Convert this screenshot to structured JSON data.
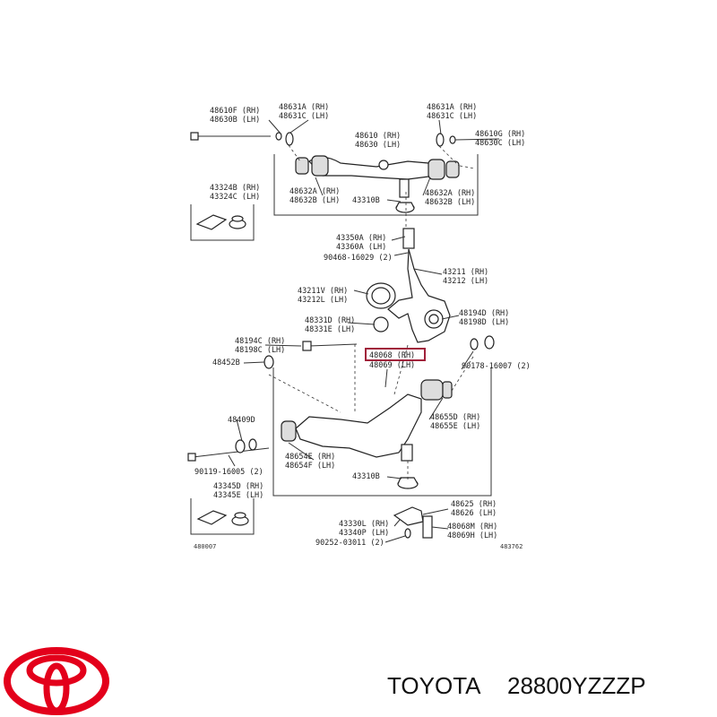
{
  "labels": {
    "l1a": "48610F (RH)",
    "l1b": "48630B (LH)",
    "l2a": "48631A (RH)",
    "l2b": "48631C (LH)",
    "l3a": "48631A (RH)",
    "l3b": "48631C (LH)",
    "l4a": "48610G (RH)",
    "l4b": "48630C (LH)",
    "l5a": "48610 (RH)",
    "l5b": "48630 (LH)",
    "l6a": "43324B (RH)",
    "l6b": "43324C (LH)",
    "l7a": "48632A (RH)",
    "l7b": "48632B (LH)",
    "l8": "43310B",
    "l9a": "48632A (RH)",
    "l9b": "48632B (LH)",
    "l10a": "43350A (RH)",
    "l10b": "43360A (LH)",
    "l11": "90468-16029 (2)",
    "l12a": "43211 (RH)",
    "l12b": "43212 (LH)",
    "l13a": "43211V (RH)",
    "l13b": "43212L (LH)",
    "l14a": "48194D (RH)",
    "l14b": "48198D (LH)",
    "l15a": "48331D (RH)",
    "l15b": "48331E (LH)",
    "l16a": "48194C (RH)",
    "l16b": "48198C (LH)",
    "l17": "48452B",
    "l18a": "48068 (RH)",
    "l18b": "48069 (LH)",
    "l19": "90178-16007 (2)",
    "l20": "48409D",
    "l21a": "48655D (RH)",
    "l21b": "48655E (LH)",
    "l22": "90119-16005 (2)",
    "l23a": "48654E (RH)",
    "l23b": "48654F (LH)",
    "l24": "43310B",
    "l25a": "43345D (RH)",
    "l25b": "43345E (LH)",
    "l26a": "48625 (RH)",
    "l26b": "48626 (LH)",
    "l27a": "43330L (RH)",
    "l27b": "43340P (LH)",
    "l28a": "48068M (RH)",
    "l28b": "48069H (LH)",
    "l29": "90252-03011 (2)",
    "c1": "480007",
    "c2": "483762"
  },
  "brand": {
    "name": "TOYOTA",
    "part_number": "28800YZZZP",
    "logo_color": "#e3001b"
  },
  "highlight_color": "#a0203a"
}
